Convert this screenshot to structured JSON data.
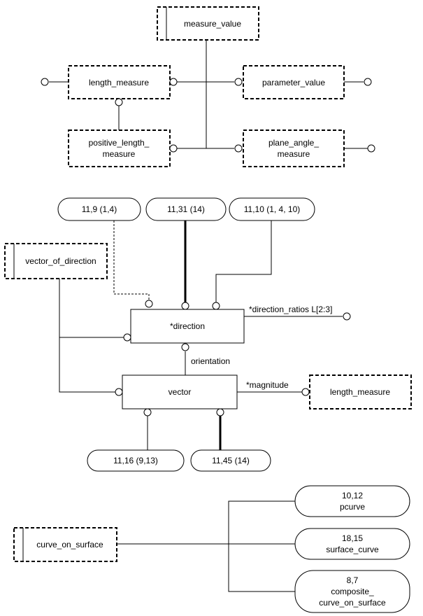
{
  "groups": {
    "measure": {
      "measure_value": "measure_value",
      "length_measure": "length_measure",
      "parameter_value": "parameter_value",
      "positive_length_measure": [
        "positive_length_",
        "measure"
      ],
      "plane_angle_measure": [
        "plane_angle_",
        "measure"
      ]
    },
    "direction_vector": {
      "ref_11_9": "11,9 (1,4)",
      "ref_11_31": "11,31 (14)",
      "ref_11_10": "11,10 (1, 4, 10)",
      "vector_of_direction": "vector_of_direction",
      "direction": "*direction",
      "direction_ratios": "*direction_ratios L[2:3]",
      "orientation": "orientation",
      "vector": "vector",
      "magnitude": "*magnitude",
      "length_measure": "length_measure",
      "ref_11_16": "11,16 (9,13)",
      "ref_11_45": "11,45 (14)"
    },
    "curve": {
      "curve_on_surface": "curve_on_surface",
      "pcurve": [
        "10,12",
        "pcurve"
      ],
      "surface_curve": [
        "18,15",
        "surface_curve"
      ],
      "composite_curve_on_surface": [
        "8,7",
        "composite_",
        "curve_on_surface"
      ]
    }
  }
}
